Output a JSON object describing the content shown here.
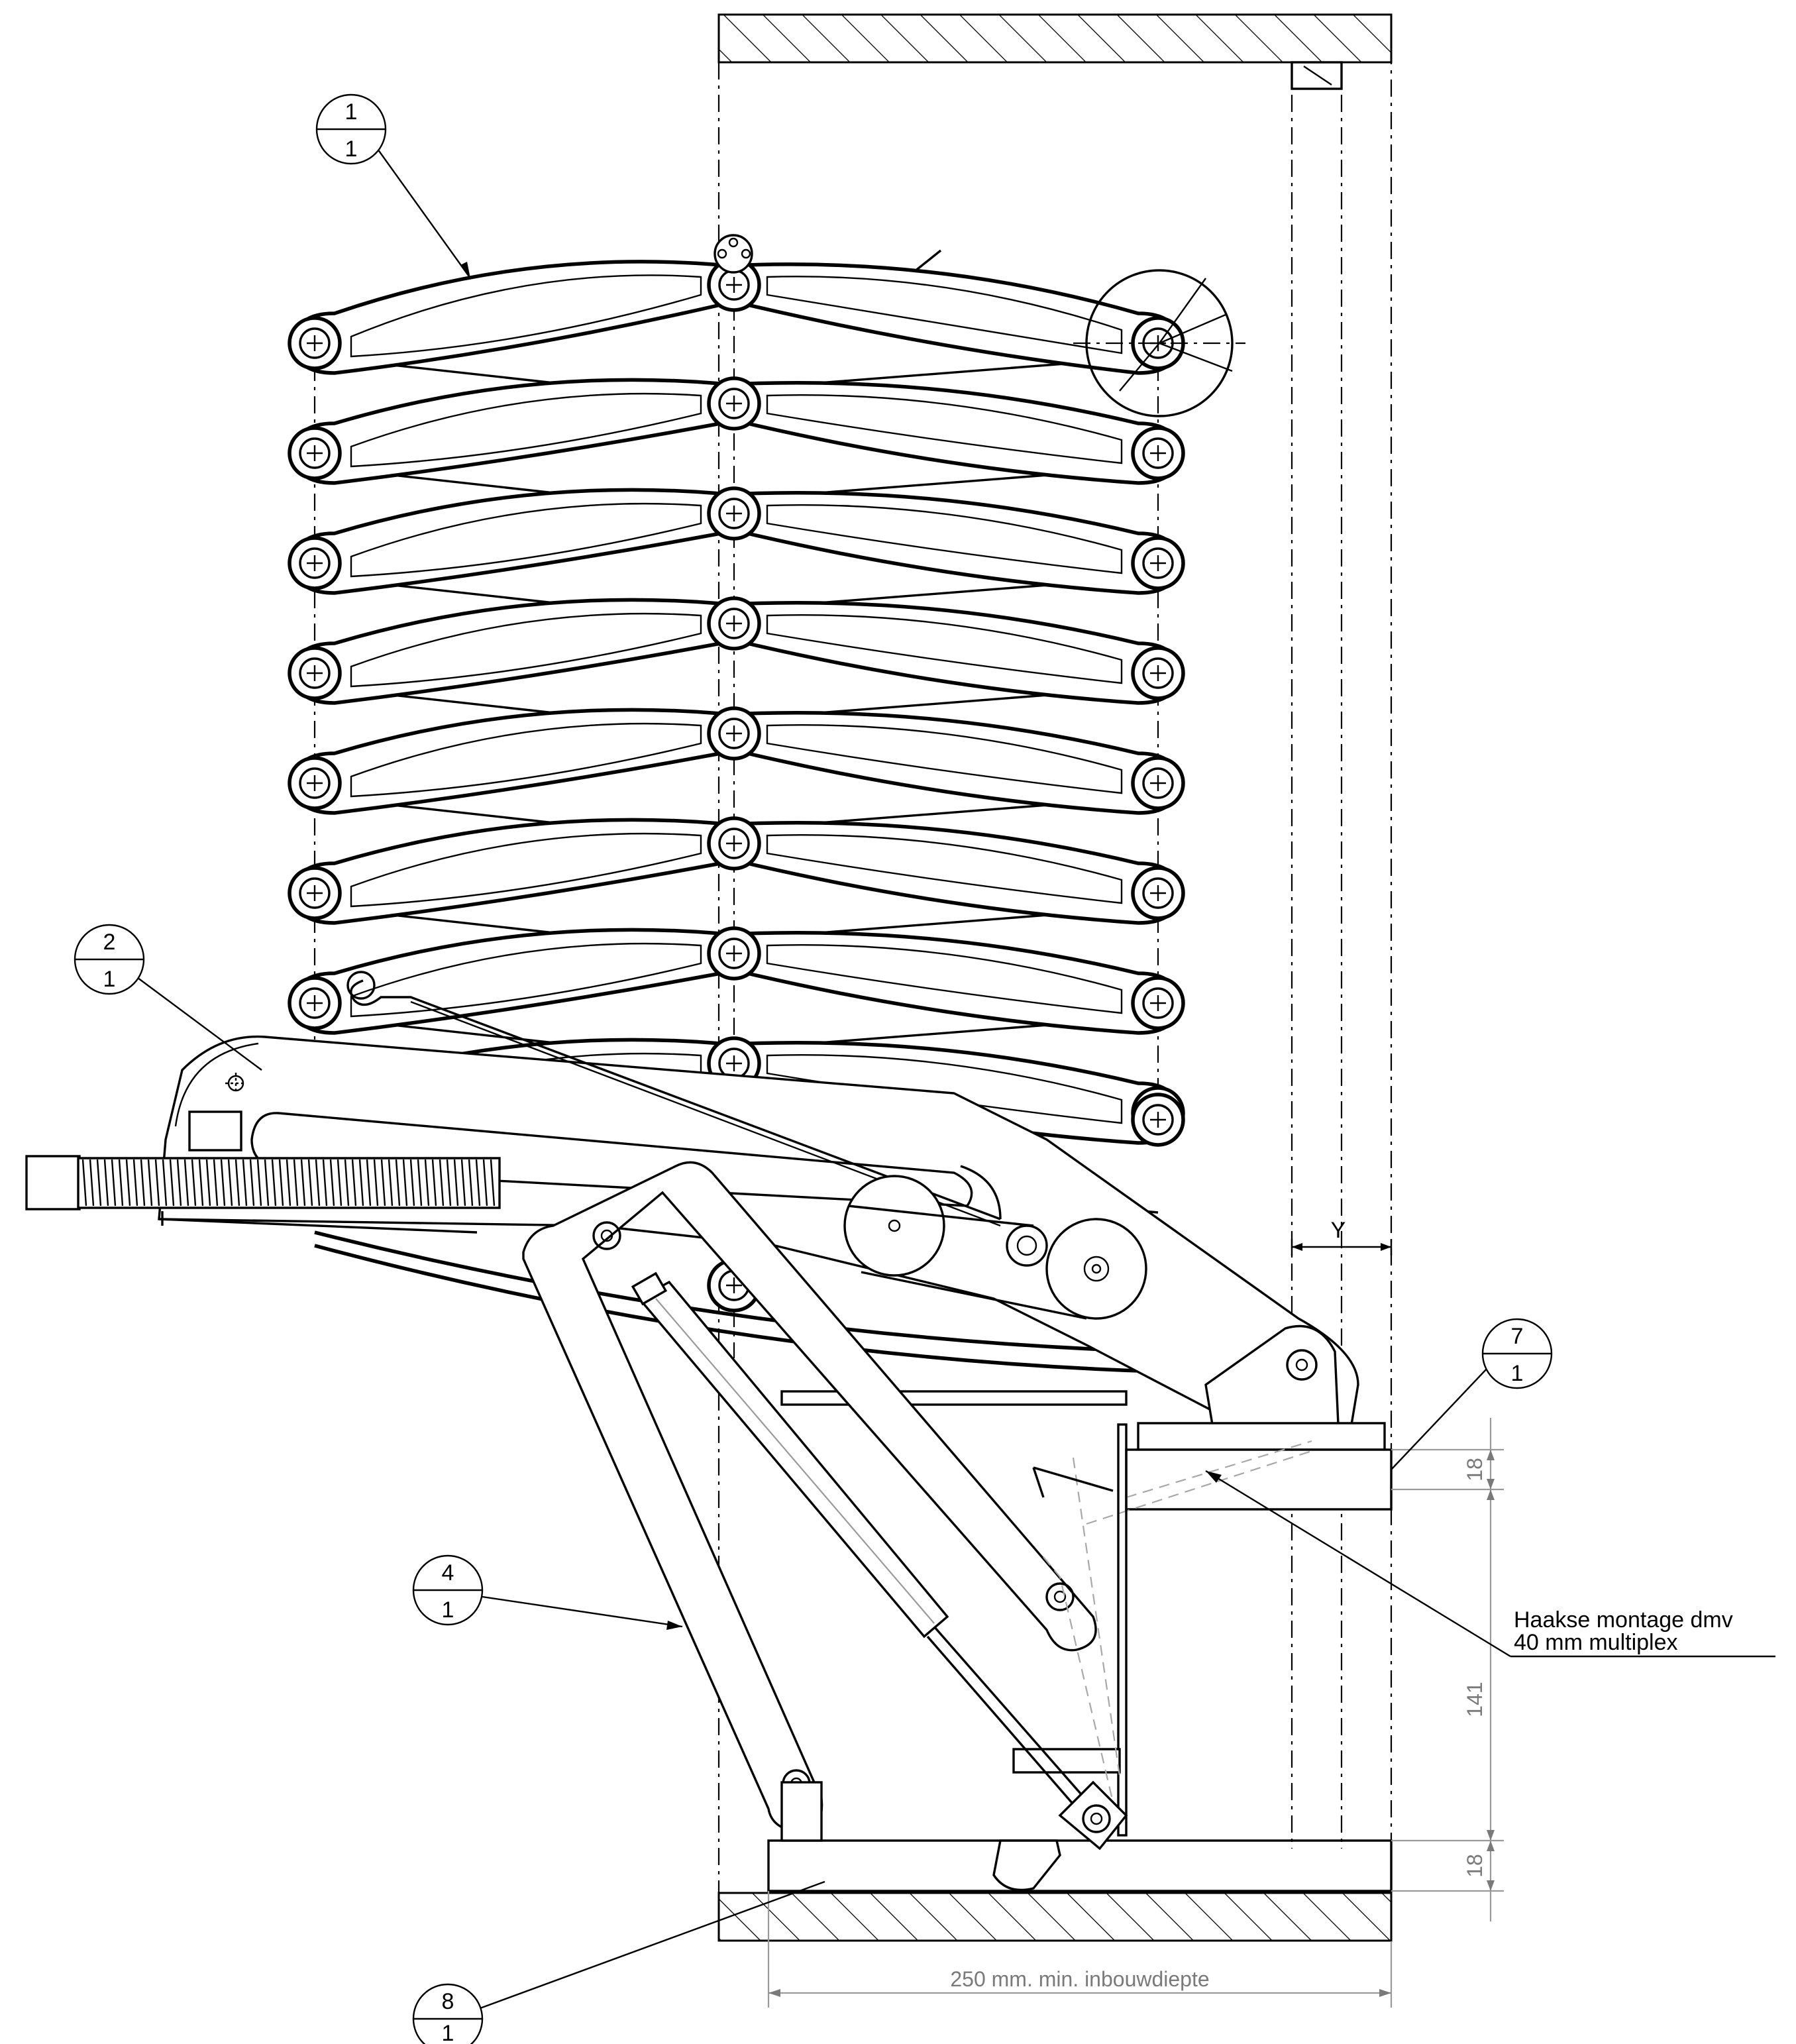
{
  "balloons": [
    {
      "id": "balloon-1",
      "top": "1",
      "bottom": "1"
    },
    {
      "id": "balloon-2",
      "top": "2",
      "bottom": "1"
    },
    {
      "id": "balloon-4",
      "top": "4",
      "bottom": "1"
    },
    {
      "id": "balloon-7",
      "top": "7",
      "bottom": "1"
    },
    {
      "id": "balloon-8",
      "top": "8",
      "bottom": "1"
    }
  ],
  "dimensions": {
    "y_label": "Y",
    "top_board_thickness": "18",
    "opening_height": "141",
    "bottom_board_thickness": "18",
    "install_depth": "250 mm. min. inbouwdiepte"
  },
  "note": {
    "line1": "Haakse montage dmv",
    "line2": "40 mm multiplex"
  }
}
